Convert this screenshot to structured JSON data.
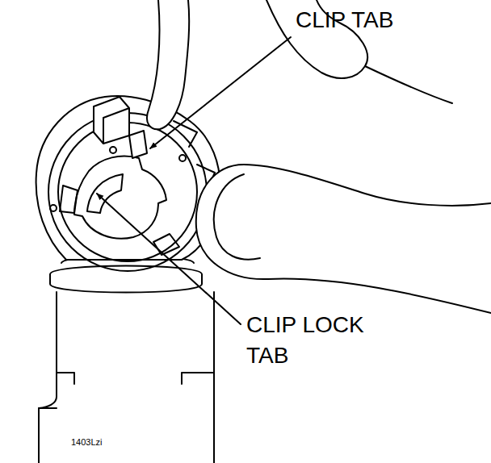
{
  "diagram": {
    "labels": [
      "CLIP TAB",
      "CLIP LOCK TAB",
      "1403Lzi"
    ]
  }
}
